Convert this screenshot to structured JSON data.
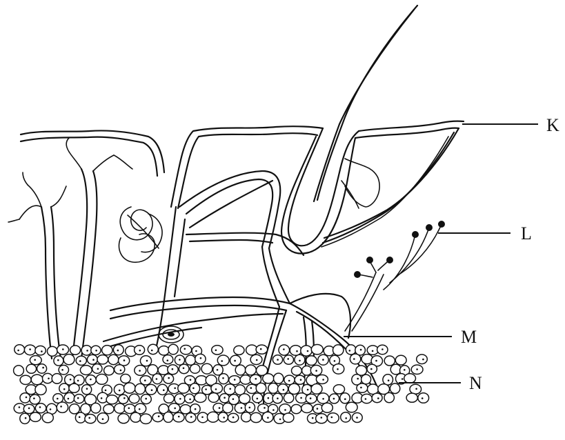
{
  "labels": {
    "k": "K",
    "l": "L",
    "m": "M",
    "n": "N"
  }
}
